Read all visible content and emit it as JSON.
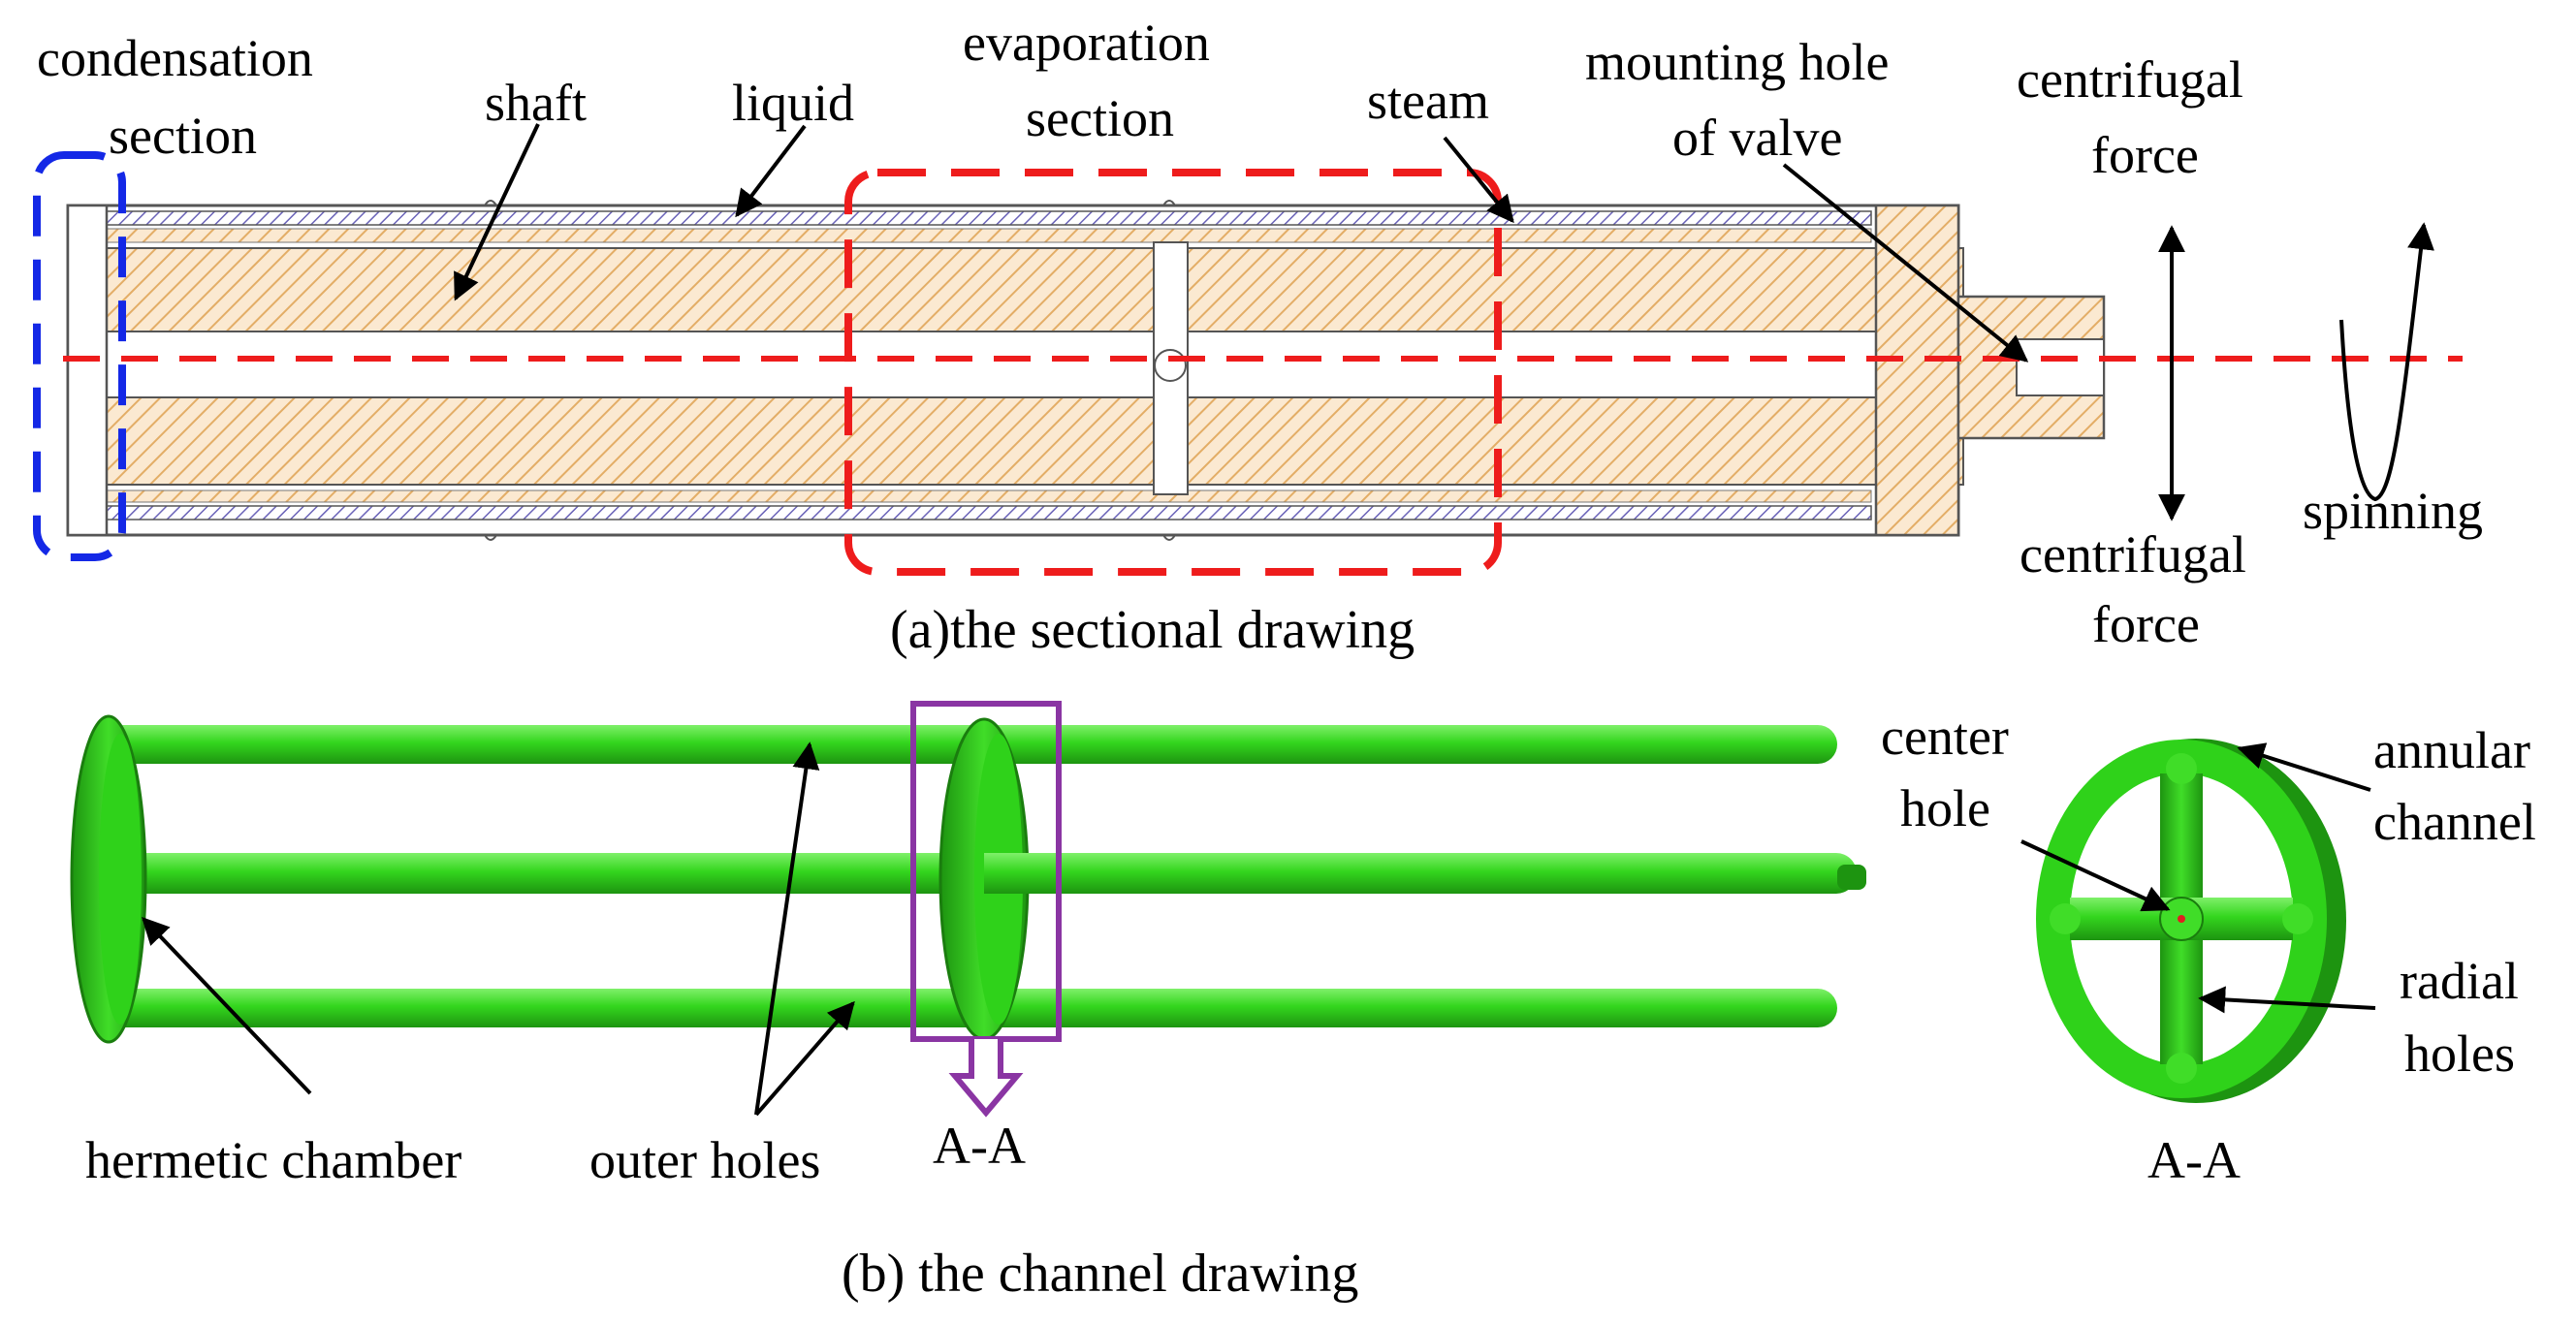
{
  "colors": {
    "hatch": "#e3ad66",
    "hatch_bg": "#fbe9d1",
    "liquid": "#6a63b8",
    "condensation_box": "#1428e6",
    "evaporation_box": "#ee1c1c",
    "center_line": "#ee1c1c",
    "channel_green": "#2fd21a",
    "channel_dark": "#1d9410",
    "section_box": "#8a35a3"
  },
  "panel_a": {
    "caption": "(a)the sectional drawing",
    "labels": {
      "condensation_1": "condensation",
      "condensation_2": "section",
      "shaft": "shaft",
      "liquid": "liquid",
      "evaporation_1": "evaporation",
      "evaporation_2": "section",
      "steam": "steam",
      "mounting_1": "mounting hole",
      "mounting_2": "of valve",
      "centrifugal_top_1": "centrifugal",
      "centrifugal_top_2": "force",
      "centrifugal_bottom_1": "centrifugal",
      "centrifugal_bottom_2": "force",
      "spinning": "spinning"
    }
  },
  "panel_b": {
    "caption": "(b) the channel drawing",
    "labels": {
      "hermetic": "hermetic chamber",
      "outer": "outer holes",
      "section_mark": "A-A",
      "center_1": "center",
      "center_2": "hole",
      "annular_1": "annular",
      "annular_2": "channel",
      "radial_1": "radial",
      "radial_2": "holes",
      "section_view": "A-A"
    }
  }
}
